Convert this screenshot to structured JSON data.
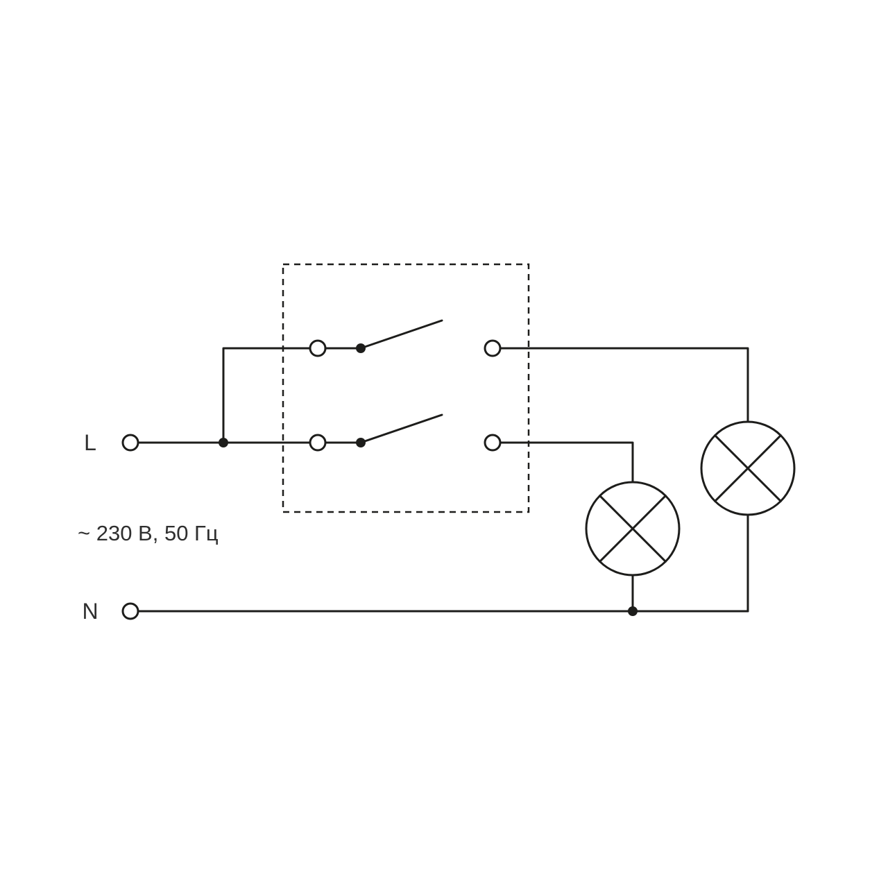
{
  "diagram": {
    "labels": {
      "live_terminal": "L",
      "neutral_terminal": "N",
      "voltage_note": "~ 230 В, 50 Гц"
    },
    "colors": {
      "line": "#1d1d1b",
      "text": "#2f2f2f",
      "background": "#ffffff"
    },
    "components": {
      "enclosure": "two-gang-switch-dashed-box",
      "switches": [
        "switch-1",
        "switch-2"
      ],
      "lamps": [
        "lamp-1",
        "lamp-2"
      ]
    }
  }
}
